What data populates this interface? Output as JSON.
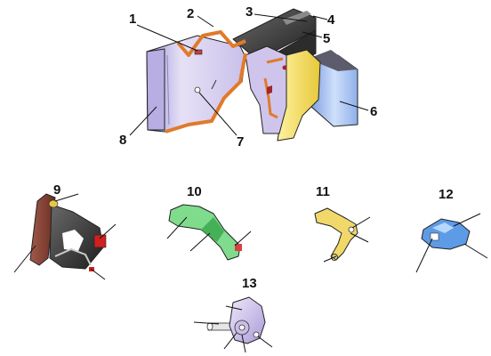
{
  "diagram": {
    "callouts": [
      {
        "id": "1",
        "label": "1"
      },
      {
        "id": "2",
        "label": "2"
      },
      {
        "id": "3",
        "label": "3"
      },
      {
        "id": "4",
        "label": "4"
      },
      {
        "id": "5",
        "label": "5"
      },
      {
        "id": "6",
        "label": "6"
      },
      {
        "id": "7",
        "label": "7"
      },
      {
        "id": "8",
        "label": "8"
      },
      {
        "id": "9",
        "label": "9"
      },
      {
        "id": "10",
        "label": "10"
      },
      {
        "id": "11",
        "label": "11"
      },
      {
        "id": "12",
        "label": "12"
      },
      {
        "id": "13",
        "label": "13"
      }
    ],
    "colors": {
      "housing": "#d9d0ee",
      "housing_shade": "#a9a0d6",
      "seal": "#e07a2a",
      "yellow_part": "#f3df6a",
      "blue_part": "#9ab8e8",
      "dark_part": "#444444",
      "red_part": "#d02020",
      "green_part": "#7fdc8c",
      "clip_blue": "#5d9be6"
    }
  }
}
